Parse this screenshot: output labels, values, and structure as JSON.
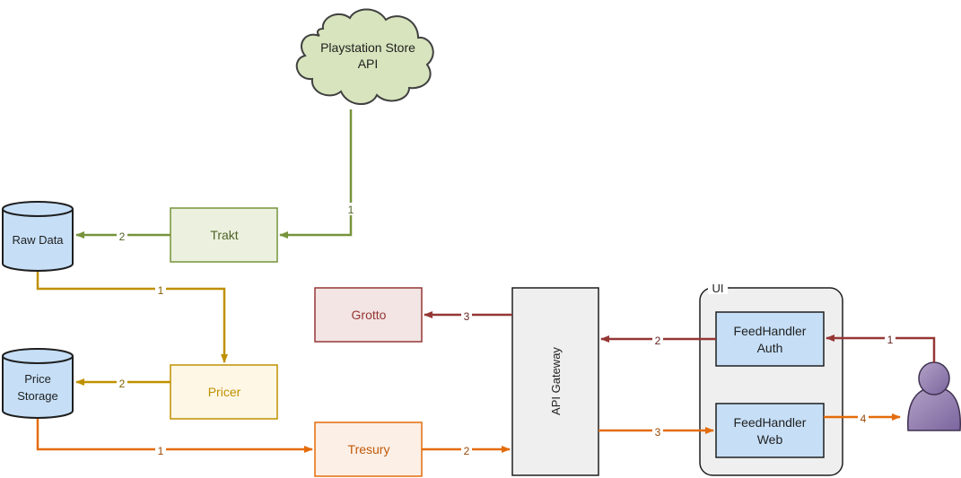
{
  "colors": {
    "green": "#77933c",
    "gold": "#bf9000",
    "orange": "#e46c0a",
    "red": "#953735",
    "cloud_fill": "#d7e4bd",
    "blue_fill": "#c6dff7",
    "gray_fill": "#efefef"
  },
  "nodes": {
    "cloud": {
      "line1": "Playstation Store",
      "line2": "API"
    },
    "raw_data": {
      "label": "Raw Data"
    },
    "price_storage": {
      "line1": "Price",
      "line2": "Storage"
    },
    "trakt": {
      "label": "Trakt"
    },
    "pricer": {
      "label": "Pricer"
    },
    "grotto": {
      "label": "Grotto"
    },
    "tresury": {
      "label": "Tresury"
    },
    "api_gateway": {
      "label": "API Gateway"
    },
    "ui_group": {
      "label": "UI"
    },
    "feedhandler_auth": {
      "line1": "FeedHandler",
      "line2": "Auth"
    },
    "feedhandler_web": {
      "line1": "FeedHandler",
      "line2": "Web"
    }
  },
  "edges": {
    "cloud_to_trakt": "1",
    "trakt_to_rawdata": "2",
    "rawdata_to_pricer": "1",
    "pricer_to_pricestorage": "2",
    "pricestorage_to_tresury": "1",
    "tresury_to_gateway": "2",
    "user_to_auth": "1",
    "auth_to_gateway": "2",
    "gateway_to_grotto": "3",
    "gateway_to_web": "3",
    "web_to_user": "4"
  }
}
